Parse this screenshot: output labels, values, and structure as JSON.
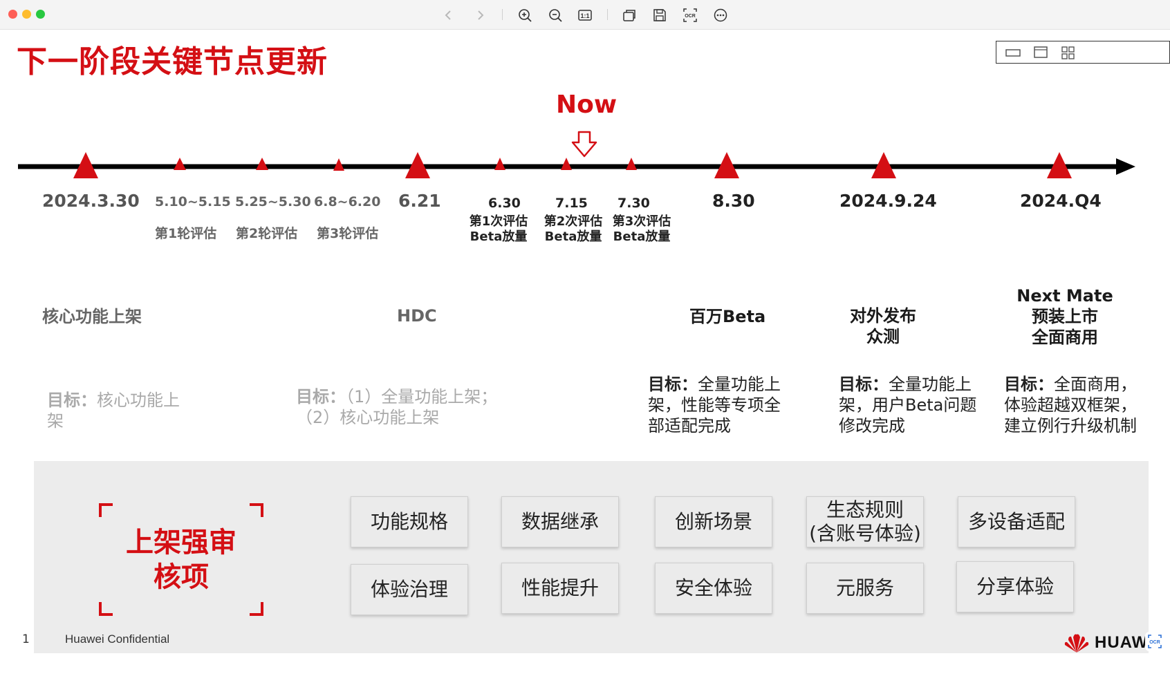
{
  "window": {
    "traffic_lights": {
      "close": "#fe5f57",
      "minimize": "#febc2e",
      "zoom": "#28c840"
    }
  },
  "toolbar": {
    "buttons": [
      "back-icon",
      "forward-icon",
      "zoom-in-icon",
      "zoom-out-icon",
      "actual-size-icon",
      "rotate-icon",
      "save-icon",
      "ocr-icon",
      "more-icon"
    ],
    "actual_size_label": "1:1",
    "ocr_label": "OCR"
  },
  "slide": {
    "title": "下一阶段关键节点更新",
    "accent_color": "#d40f14",
    "now_label": "Now",
    "timeline": {
      "dates": [
        {
          "label": "2024.3.30"
        },
        {
          "label": "5.10~5.15",
          "phase": "第1轮评估"
        },
        {
          "label": "5.25~5.30",
          "phase": "第2轮评估"
        },
        {
          "label": "6.8~6.20",
          "phase": "第3轮评估"
        },
        {
          "label": "6.21"
        },
        {
          "label": "6.30",
          "phase_line1": "第1次评估",
          "phase_line2": "Beta放量"
        },
        {
          "label": "7.15",
          "phase_line1": "第2次评估",
          "phase_line2": "Beta放量"
        },
        {
          "label": "7.30",
          "phase_line1": "第3次评估",
          "phase_line2": "Beta放量"
        },
        {
          "label": "8.30"
        },
        {
          "label": "2024.9.24"
        },
        {
          "label": "2024.Q4"
        }
      ]
    },
    "milestones": [
      {
        "name": "核心功能上架"
      },
      {
        "name": "HDC"
      },
      {
        "name": "百万Beta"
      },
      {
        "line1": "对外发布",
        "line2": "众测"
      },
      {
        "line1": "Next Mate",
        "line2": "预装上市",
        "line3": "全面商用"
      }
    ],
    "goals": [
      {
        "label": "目标：",
        "line1": "核心功能上",
        "line2": "架"
      },
      {
        "label": "目标：",
        "line1": "（1）全量功能上架；",
        "line2": "（2）核心功能上架"
      },
      {
        "label": "目标：",
        "line1": "全量功能上",
        "line2": "架，性能等专项全",
        "line3": "部适配完成"
      },
      {
        "label": "目标：",
        "line1": "全量功能上",
        "line2": "架，用户Beta问题",
        "line3": "修改完成"
      },
      {
        "label": "目标：",
        "line1": "全面商用，",
        "line2": "体验超越双框架，",
        "line3": "建立例行升级机制"
      }
    ],
    "review": {
      "title_line1": "上架强审",
      "title_line2": "核项",
      "items": [
        "功能规格",
        "数据继承",
        "创新场景",
        "生态规则",
        "(含账号体验)",
        "多设备适配",
        "体验治理",
        "性能提升",
        "安全体验",
        "元服务",
        "分享体验"
      ]
    },
    "footer": {
      "page_number": "1",
      "confidential": "Huawei Confidential",
      "brand": "HUAW"
    }
  }
}
